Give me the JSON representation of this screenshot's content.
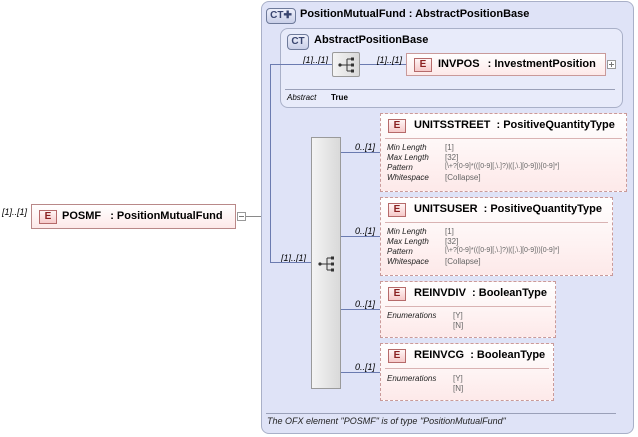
{
  "root": {
    "multiplicity": "[1]..[1]",
    "badge": "E",
    "name": "POSMF",
    "type": ": PositionMutualFund"
  },
  "complex_type": {
    "badge": "CT",
    "title": "PositionMutualFund : AbstractPositionBase",
    "base": {
      "badge": "CT",
      "title": "AbstractPositionBase",
      "seq_multiplicity": "[1]..[1]",
      "child_multiplicity": "[1]..[1]",
      "child": {
        "badge": "E",
        "name": "INVPOS",
        "type": ": InvestmentPosition"
      },
      "abstract_label": "Abstract",
      "abstract_value": "True"
    },
    "sequence_multiplicity": "[1]..[1]",
    "children": [
      {
        "multiplicity": "0..[1]",
        "badge": "E",
        "name": "UNITSSTREET",
        "type": ": PositiveQuantityType",
        "facets": [
          {
            "label": "Min Length",
            "value": "[1]"
          },
          {
            "label": "Max Length",
            "value": "[32]"
          },
          {
            "label": "Pattern",
            "value": "[\\+?[0-9]*(([0-9][,\\.]?)|([,\\.][0-9]))[0-9]*]"
          },
          {
            "label": "Whitespace",
            "value": "[Collapse]"
          }
        ]
      },
      {
        "multiplicity": "0..[1]",
        "badge": "E",
        "name": "UNITSUSER",
        "type": ": PositiveQuantityType",
        "facets": [
          {
            "label": "Min Length",
            "value": "[1]"
          },
          {
            "label": "Max Length",
            "value": "[32]"
          },
          {
            "label": "Pattern",
            "value": "[\\+?[0-9]*(([0-9][,\\.]?)|([,\\.][0-9]))[0-9]*]"
          },
          {
            "label": "Whitespace",
            "value": "[Collapse]"
          }
        ]
      },
      {
        "multiplicity": "0..[1]",
        "badge": "E",
        "name": "REINVDIV",
        "type": ": BooleanType",
        "enum_label": "Enumerations",
        "enum_values": [
          "[Y]",
          "[N]"
        ]
      },
      {
        "multiplicity": "0..[1]",
        "badge": "E",
        "name": "REINVCG",
        "type": ": BooleanType",
        "enum_label": "Enumerations",
        "enum_values": [
          "[Y]",
          "[N]"
        ]
      }
    ],
    "footer": "The OFX element \"POSMF\" is of type \"PositionMutualFund\""
  }
}
